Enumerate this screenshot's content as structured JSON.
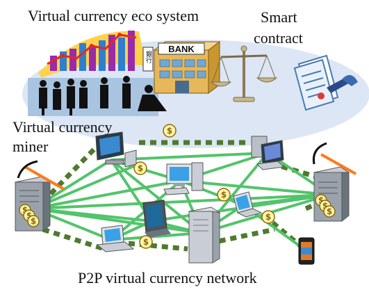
{
  "labels": {
    "eco_system": "Virtual currency eco system",
    "smart_contract_line1": "Smart",
    "smart_contract_line2": "contract",
    "miner_line1": "Virtual currency",
    "miner_line2": "miner",
    "network": "P2P virtual currency network",
    "bank_sign": "BANK",
    "bank_kanji": "銀行",
    "coin_symbol": "$"
  },
  "colors": {
    "eco_bubble": "#dce6f4",
    "network_link": "#52c46a",
    "dotted_link": "#4f7a2e",
    "bar_chart": [
      "#9a2aa8",
      "#2f7fd0"
    ],
    "chart_line": "#e02a2a",
    "chart_background": "#ffd24a",
    "coin_fill": "#fff3b0",
    "coin_stroke": "#8a6a00",
    "pickaxe_handle": "#ff7a1a"
  },
  "icons": [
    "bar-chart-icon",
    "business-people-icon",
    "bank-building-icon",
    "scales-icon",
    "contract-document-icon",
    "pickaxe-icon",
    "server-icon",
    "desktop-pc-icon",
    "laptop-icon",
    "tablet-icon",
    "smartphone-icon",
    "coin-icon"
  ]
}
